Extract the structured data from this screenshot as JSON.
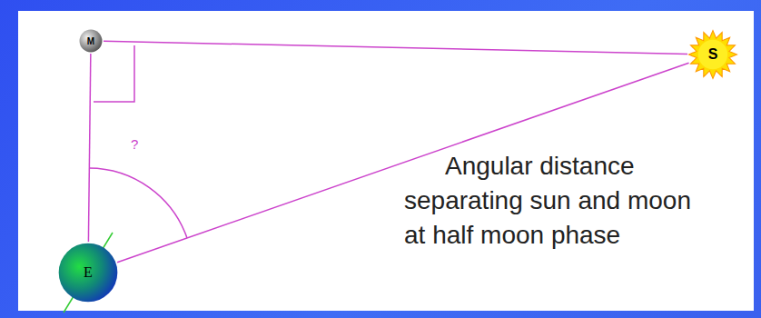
{
  "diagram": {
    "nodes": [
      {
        "text": [
          "M"
        ]
      },
      {
        "text": [
          "S"
        ]
      },
      {
        "text": [
          "E"
        ]
      }
    ],
    "edges": [
      {
        "from": 0,
        "to": 1,
        "arrow": "none"
      },
      {
        "from": 0,
        "to": 2,
        "arrow": "none"
      },
      {
        "from": 2,
        "to": 1,
        "arrow": "none"
      }
    ],
    "labels": [
      "?",
      "Angular distance separating sun and moon at half moon phase"
    ]
  }
}
